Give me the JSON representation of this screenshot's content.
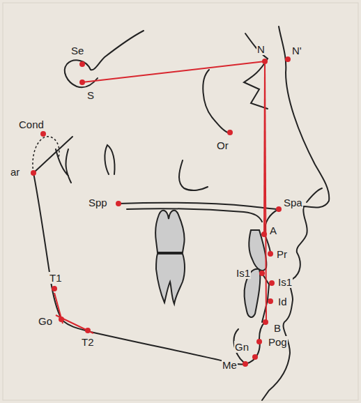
{
  "diagram": {
    "labels": [
      "Se",
      "N",
      "N'",
      "S",
      "Cond",
      "Or",
      "ar",
      "Spp",
      "Spa",
      "A",
      "Pr",
      "Is1",
      "Is1",
      "Id",
      "T1",
      "Go",
      "B",
      "T2",
      "Gn",
      "Pog",
      "Me"
    ]
  }
}
